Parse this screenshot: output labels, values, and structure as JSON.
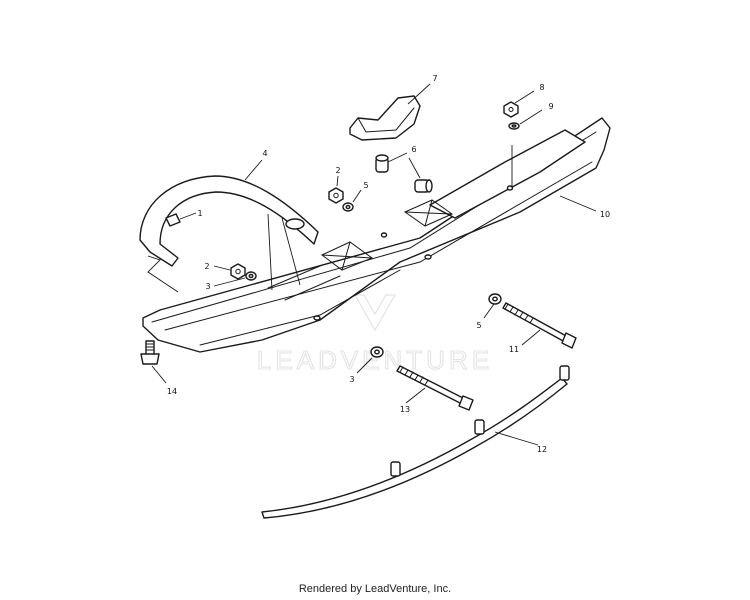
{
  "watermark": "LEADVENTURE",
  "footer": "Rendered by LeadVenture, Inc.",
  "callouts": [
    "1",
    "2",
    "3",
    "4",
    "5",
    "6",
    "7",
    "8",
    "9",
    "10",
    "11",
    "12",
    "13",
    "14"
  ],
  "icons": {
    "watermark_mark": "leadventure-logo-mark"
  }
}
